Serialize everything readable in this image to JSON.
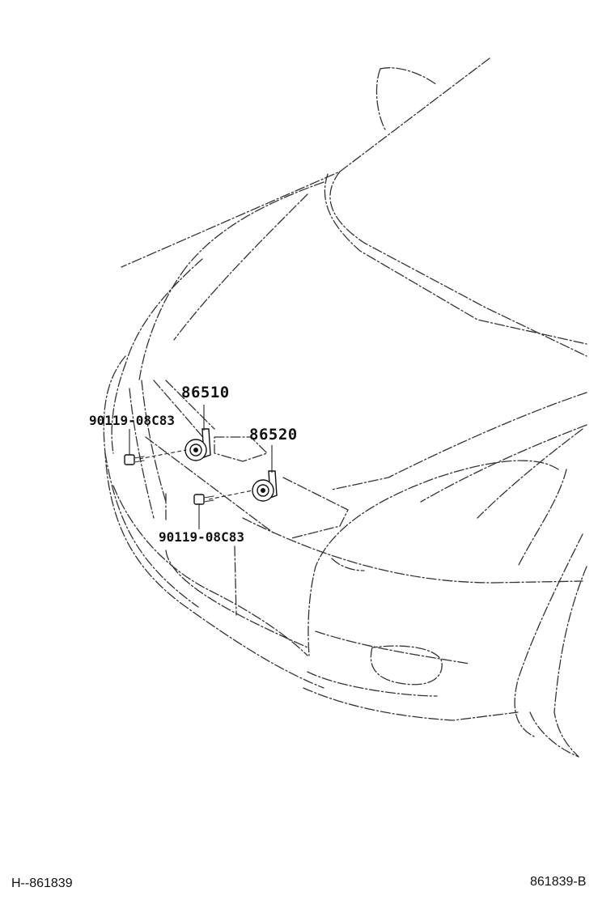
{
  "callouts": {
    "horn_high": "86510",
    "horn_low": "86520",
    "bolt_upper": "90119-08C83",
    "bolt_lower": "90119-08C83"
  },
  "footer": {
    "left_id": "H--861839",
    "right_id": "861839-B"
  }
}
